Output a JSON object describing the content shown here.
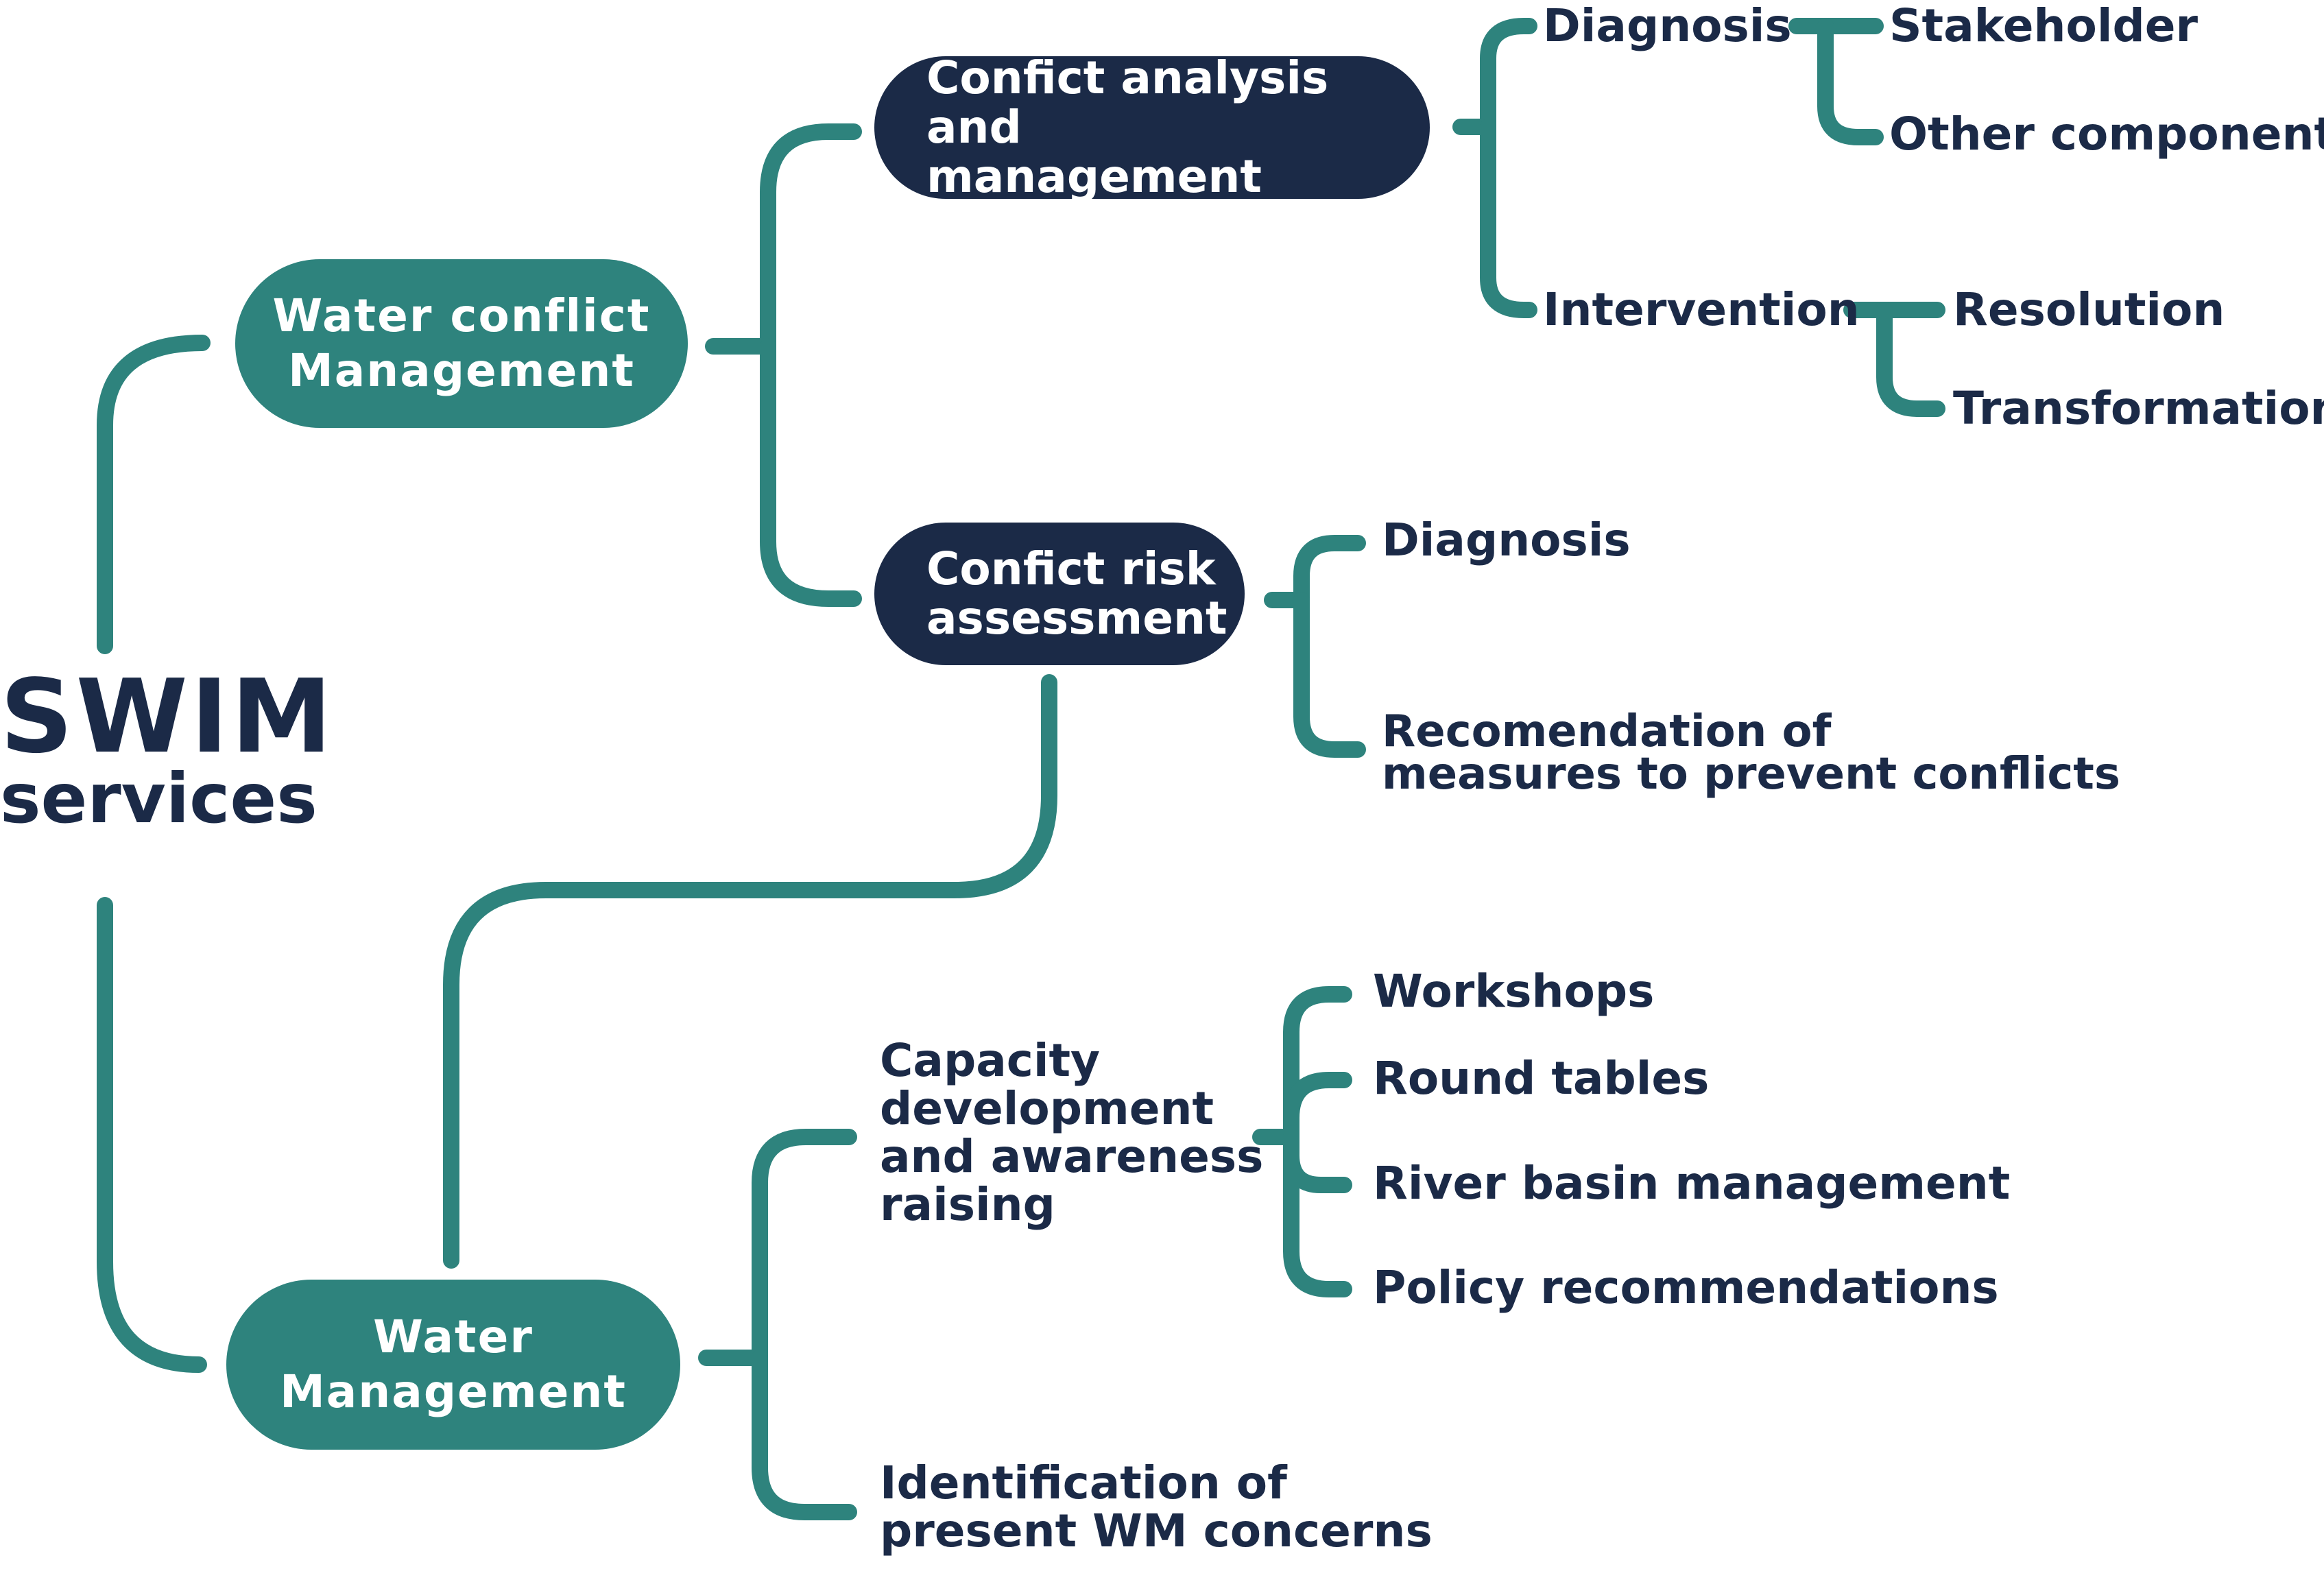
{
  "colors": {
    "teal": "#2e837d",
    "navy": "#1b2a47",
    "text": "#1b2a47"
  },
  "root": {
    "line1": "SWIM",
    "line2": "services"
  },
  "water_conflict_management": {
    "line1": "Water conflict",
    "line2": "Management",
    "conflict_analysis": {
      "line1": "Confict analysis and",
      "line2": "management",
      "diagnosis": {
        "label": "Diagnosis",
        "children": [
          "Stakeholder",
          "Other components"
        ]
      },
      "intervention": {
        "label": "Intervention",
        "children": [
          "Resolution",
          "Transformation"
        ]
      }
    },
    "conflict_risk": {
      "line1": "Confict risk",
      "line2": "assessment",
      "children": {
        "diagnosis": "Diagnosis",
        "recommendation_line1": "Recomendation of",
        "recommendation_line2": "measures to prevent conflicts"
      }
    }
  },
  "water_management": {
    "line1": "Water",
    "line2": "Management",
    "capacity": {
      "lines": [
        "Capacity",
        "development",
        "and awareness",
        "raising"
      ],
      "children": [
        "Workshops",
        "Round tables",
        "River basin management",
        "Policy recommendations"
      ]
    },
    "identification": {
      "line1": "Identification of",
      "line2": "present WM concerns"
    }
  }
}
